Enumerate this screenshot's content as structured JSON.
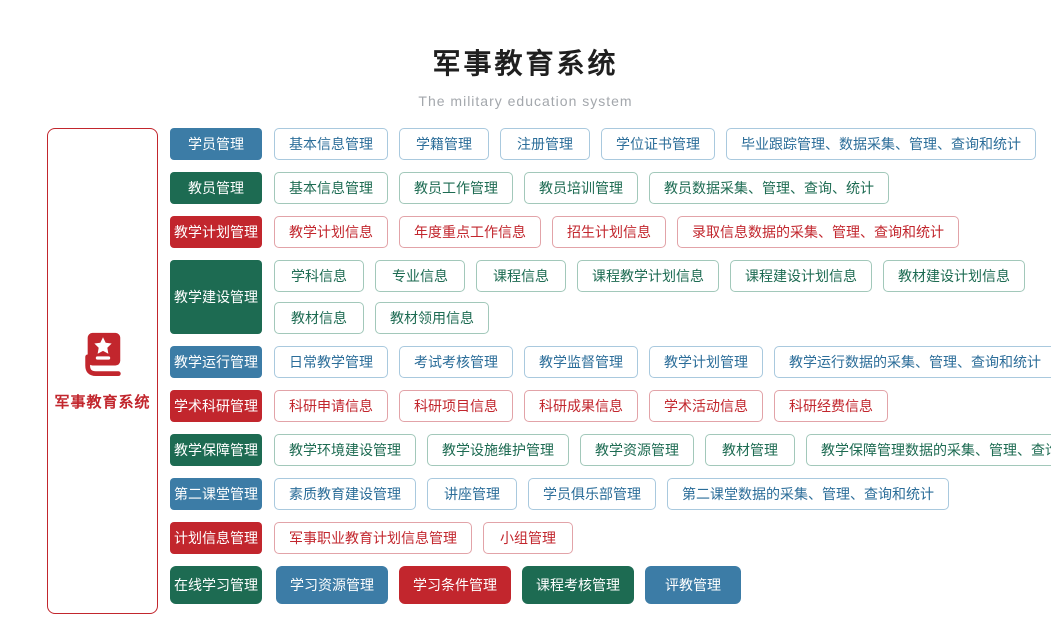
{
  "header": {
    "title": "军事教育系统",
    "subtitle": "The military education system"
  },
  "sidebar": {
    "label": "军事教育系统",
    "icon": "book-star-icon"
  },
  "colors": {
    "blue": "#3c7ca6",
    "green": "#1d6b52",
    "red": "#c2262d",
    "blue_border": "#a9c9de",
    "green_border": "#a2c8ba",
    "red_border": "#e2a3a8",
    "blue_text": "#2b6d99",
    "green_text": "#1d6b52",
    "red_text": "#c2262d",
    "title_text": "#1f1f1f",
    "subtitle_text": "#a3a7ac"
  },
  "rows": [
    {
      "category": {
        "label": "学员管理",
        "color": "blue"
      },
      "size": "normal",
      "lines": [
        [
          {
            "label": "基本信息管理",
            "color": "blue",
            "variant": "outline"
          },
          {
            "label": "学籍管理",
            "color": "blue",
            "variant": "outline"
          },
          {
            "label": "注册管理",
            "color": "blue",
            "variant": "outline"
          },
          {
            "label": "学位证书管理",
            "color": "blue",
            "variant": "outline"
          },
          {
            "label": "毕业跟踪管理、数据采集、管理、查询和统计",
            "color": "blue",
            "variant": "outline"
          }
        ]
      ]
    },
    {
      "category": {
        "label": "教员管理",
        "color": "green"
      },
      "size": "normal",
      "lines": [
        [
          {
            "label": "基本信息管理",
            "color": "green",
            "variant": "outline"
          },
          {
            "label": "教员工作管理",
            "color": "green",
            "variant": "outline"
          },
          {
            "label": "教员培训管理",
            "color": "green",
            "variant": "outline"
          },
          {
            "label": "教员数据采集、管理、查询、统计",
            "color": "green",
            "variant": "outline"
          }
        ]
      ]
    },
    {
      "category": {
        "label": "教学计划管理",
        "color": "red"
      },
      "size": "normal",
      "lines": [
        [
          {
            "label": "教学计划信息",
            "color": "red",
            "variant": "outline"
          },
          {
            "label": "年度重点工作信息",
            "color": "red",
            "variant": "outline"
          },
          {
            "label": "招生计划信息",
            "color": "red",
            "variant": "outline"
          },
          {
            "label": "录取信息数据的采集、管理、查询和统计",
            "color": "red",
            "variant": "outline"
          }
        ]
      ]
    },
    {
      "category": {
        "label": "教学建设管理",
        "color": "green"
      },
      "size": "normal",
      "lines": [
        [
          {
            "label": "学科信息",
            "color": "green",
            "variant": "outline"
          },
          {
            "label": "专业信息",
            "color": "green",
            "variant": "outline"
          },
          {
            "label": "课程信息",
            "color": "green",
            "variant": "outline"
          },
          {
            "label": "课程教学计划信息",
            "color": "green",
            "variant": "outline"
          },
          {
            "label": "课程建设计划信息",
            "color": "green",
            "variant": "outline"
          },
          {
            "label": "教材建设计划信息",
            "color": "green",
            "variant": "outline"
          }
        ],
        [
          {
            "label": "教材信息",
            "color": "green",
            "variant": "outline"
          },
          {
            "label": "教材领用信息",
            "color": "green",
            "variant": "outline"
          }
        ]
      ]
    },
    {
      "category": {
        "label": "教学运行管理",
        "color": "blue"
      },
      "size": "normal",
      "lines": [
        [
          {
            "label": "日常教学管理",
            "color": "blue",
            "variant": "outline"
          },
          {
            "label": "考试考核管理",
            "color": "blue",
            "variant": "outline"
          },
          {
            "label": "教学监督管理",
            "color": "blue",
            "variant": "outline"
          },
          {
            "label": "教学计划管理",
            "color": "blue",
            "variant": "outline"
          },
          {
            "label": "教学运行数据的采集、管理、查询和统计",
            "color": "blue",
            "variant": "outline"
          }
        ]
      ]
    },
    {
      "category": {
        "label": "学术科研管理",
        "color": "red"
      },
      "size": "normal",
      "lines": [
        [
          {
            "label": "科研申请信息",
            "color": "red",
            "variant": "outline"
          },
          {
            "label": "科研项目信息",
            "color": "red",
            "variant": "outline"
          },
          {
            "label": "科研成果信息",
            "color": "red",
            "variant": "outline"
          },
          {
            "label": "学术活动信息",
            "color": "red",
            "variant": "outline"
          },
          {
            "label": "科研经费信息",
            "color": "red",
            "variant": "outline"
          }
        ]
      ]
    },
    {
      "category": {
        "label": "教学保障管理",
        "color": "green"
      },
      "size": "normal",
      "lines": [
        [
          {
            "label": "教学环境建设管理",
            "color": "green",
            "variant": "outline"
          },
          {
            "label": "教学设施维护管理",
            "color": "green",
            "variant": "outline"
          },
          {
            "label": "教学资源管理",
            "color": "green",
            "variant": "outline"
          },
          {
            "label": "教材管理",
            "color": "green",
            "variant": "outline"
          },
          {
            "label": "教学保障管理数据的采集、管理、查询和统计",
            "color": "green",
            "variant": "outline"
          }
        ]
      ]
    },
    {
      "category": {
        "label": "第二课堂管理",
        "color": "blue"
      },
      "size": "normal",
      "lines": [
        [
          {
            "label": "素质教育建设管理",
            "color": "blue",
            "variant": "outline"
          },
          {
            "label": "讲座管理",
            "color": "blue",
            "variant": "outline"
          },
          {
            "label": "学员俱乐部管理",
            "color": "blue",
            "variant": "outline"
          },
          {
            "label": "第二课堂数据的采集、管理、查询和统计",
            "color": "blue",
            "variant": "outline"
          }
        ]
      ]
    },
    {
      "category": {
        "label": "计划信息管理",
        "color": "red"
      },
      "size": "normal",
      "lines": [
        [
          {
            "label": "军事职业教育计划信息管理",
            "color": "red",
            "variant": "outline"
          },
          {
            "label": "小组管理",
            "color": "red",
            "variant": "outline"
          }
        ]
      ]
    },
    {
      "category": {
        "label": "在线学习管理",
        "color": "green"
      },
      "size": "large",
      "lines": [
        [
          {
            "label": "学习资源管理",
            "color": "blue",
            "variant": "solid"
          },
          {
            "label": "学习条件管理",
            "color": "red",
            "variant": "solid"
          },
          {
            "label": "课程考核管理",
            "color": "green",
            "variant": "solid"
          },
          {
            "label": "评教管理",
            "color": "blue",
            "variant": "solid"
          }
        ]
      ]
    }
  ]
}
